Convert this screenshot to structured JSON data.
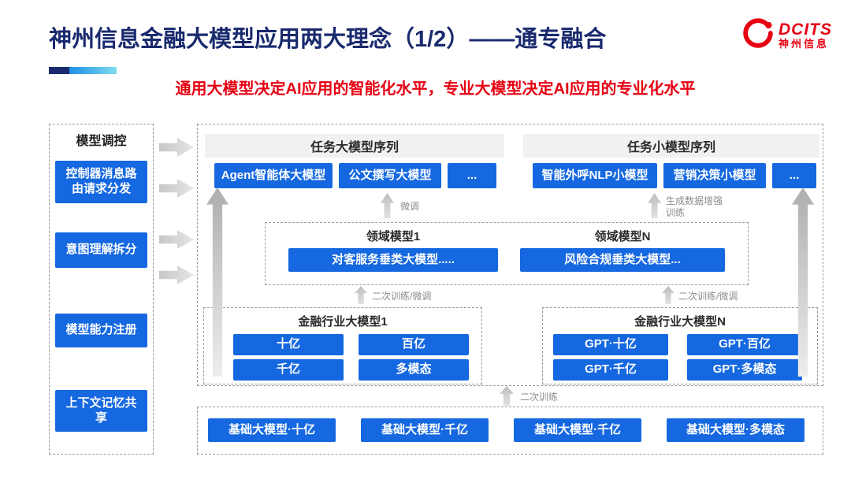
{
  "colors": {
    "accent_blue": "#1568e0",
    "brand_red": "#e60012",
    "title_navy": "#1a2a6e"
  },
  "header": {
    "title": "神州信息金融大模型应用两大理念（1/2）——通专融合",
    "subtitle": "通用大模型决定AI应用的智能化水平，专业大模型决定AI应用的专业化水平",
    "logo": {
      "name": "DCITS",
      "subname": "神州信息"
    }
  },
  "sidebar": {
    "title": "模型调控",
    "items": [
      {
        "label": "控制器消息路由请求分发"
      },
      {
        "label": "意图理解拆分"
      },
      {
        "label": "模型能力注册"
      },
      {
        "label": "上下文记忆共享"
      }
    ]
  },
  "task_large": {
    "title": "任务大模型序列",
    "items": [
      {
        "label": "Agent智能体大模型"
      },
      {
        "label": "公文撰写大模型"
      },
      {
        "label": "..."
      }
    ]
  },
  "task_small": {
    "title": "任务小模型序列",
    "items": [
      {
        "label": "智能外呼NLP小模型"
      },
      {
        "label": "营销决策小模型"
      },
      {
        "label": "..."
      }
    ]
  },
  "annotations": {
    "finetune": "微调",
    "gen_data_aug": "生成数据增强训练",
    "retrain_finetune_left": "二次训练/微调",
    "retrain_finetune_right": "二次训练/微调",
    "retrain": "二次训练"
  },
  "domain": {
    "left": {
      "title": "领域模型1",
      "model": "对客服务垂类大模型....."
    },
    "right": {
      "title": "领域模型N",
      "model": "风险合规垂类大模型..."
    }
  },
  "industry": {
    "left": {
      "title": "金融行业大模型1",
      "items": [
        {
          "label": "十亿"
        },
        {
          "label": "百亿"
        },
        {
          "label": "千亿"
        },
        {
          "label": "多模态"
        }
      ]
    },
    "right": {
      "title": "金融行业大模型N",
      "items": [
        {
          "label": "GPT·十亿"
        },
        {
          "label": "GPT·百亿"
        },
        {
          "label": "GPT·千亿"
        },
        {
          "label": "GPT·多模态"
        }
      ]
    }
  },
  "base": {
    "items": [
      {
        "label": "基础大模型·十亿"
      },
      {
        "label": "基础大模型·千亿"
      },
      {
        "label": "基础大模型·千亿"
      },
      {
        "label": "基础大模型·多模态"
      }
    ]
  }
}
